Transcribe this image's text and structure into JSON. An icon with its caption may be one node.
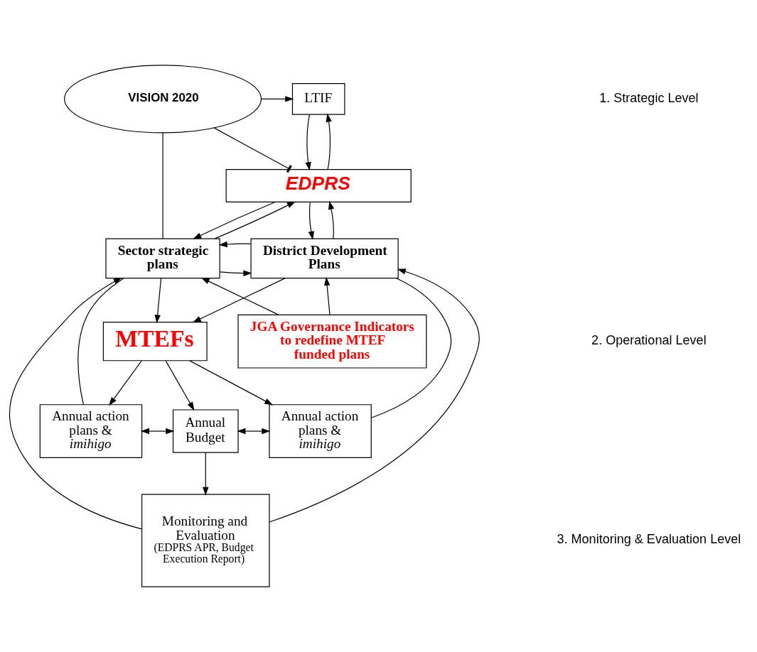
{
  "diagram": {
    "nodes": [
      {
        "text": [
          "VISION 2020"
        ]
      },
      {
        "text": [
          "EDPRS"
        ]
      },
      {
        "text": [
          "LTIF"
        ]
      },
      {
        "text": [
          "Sector strategic plans"
        ]
      },
      {
        "text": [
          "District Development Plans"
        ]
      },
      {
        "text": [
          "MTEFs"
        ]
      },
      {
        "text": [
          "Annual action plans & imihigo"
        ]
      },
      {
        "text": [
          "Annual Budget"
        ]
      },
      {
        "text": [
          "Annual action plans & imihigo"
        ]
      },
      {
        "text": [
          "Monitoring and Evaluation",
          "(EDPRS APR, Budget Execution Report)"
        ]
      },
      {
        "text": [
          "JGA Governance Indicators to redefine MTEF funded plans"
        ]
      }
    ],
    "edges": [
      {
        "from": 0,
        "to": 1,
        "arrow": "other"
      },
      {
        "from": 0,
        "to": 3,
        "arrow": "none"
      },
      {
        "from": 0,
        "to": 2,
        "arrow": "to"
      },
      {
        "from": 2,
        "to": 1,
        "arrow": "to"
      },
      {
        "from": 1,
        "to": 2,
        "arrow": "to"
      },
      {
        "from": 1,
        "to": 4,
        "arrow": "to"
      },
      {
        "from": 4,
        "to": 1,
        "arrow": "to"
      },
      {
        "from": 1,
        "to": 3,
        "arrow": "to"
      },
      {
        "from": 3,
        "to": 1,
        "arrow": "to"
      },
      {
        "from": 3,
        "to": 4,
        "arrow": "to"
      },
      {
        "from": 4,
        "to": 3,
        "arrow": "to"
      },
      {
        "from": 3,
        "to": 5,
        "arrow": "to"
      },
      {
        "from": 4,
        "to": 5,
        "arrow": "to"
      },
      {
        "from": 5,
        "to": 6,
        "arrow": "to"
      },
      {
        "from": 5,
        "to": 8,
        "arrow": "to"
      },
      {
        "from": 5,
        "to": 7,
        "arrow": "to"
      },
      {
        "from": 6,
        "to": 7,
        "arrow": "both"
      },
      {
        "from": 7,
        "to": 8,
        "arrow": "both"
      },
      {
        "from": 3,
        "to": 6,
        "arrow": "none"
      },
      {
        "from": 4,
        "to": 8,
        "arrow": "none"
      },
      {
        "from": 7,
        "to": 9,
        "arrow": "to"
      },
      {
        "from": 9,
        "to": 3,
        "arrow": "to"
      },
      {
        "from": 10,
        "to": 3,
        "arrow": "to"
      },
      {
        "from": 9,
        "to": 4,
        "arrow": "to"
      },
      {
        "from": 10,
        "to": 4,
        "arrow": "to"
      }
    ],
    "labels": [
      "1. Strategic Level",
      "2. Operational Level",
      "3. Monitoring & Evaluation Level"
    ]
  }
}
